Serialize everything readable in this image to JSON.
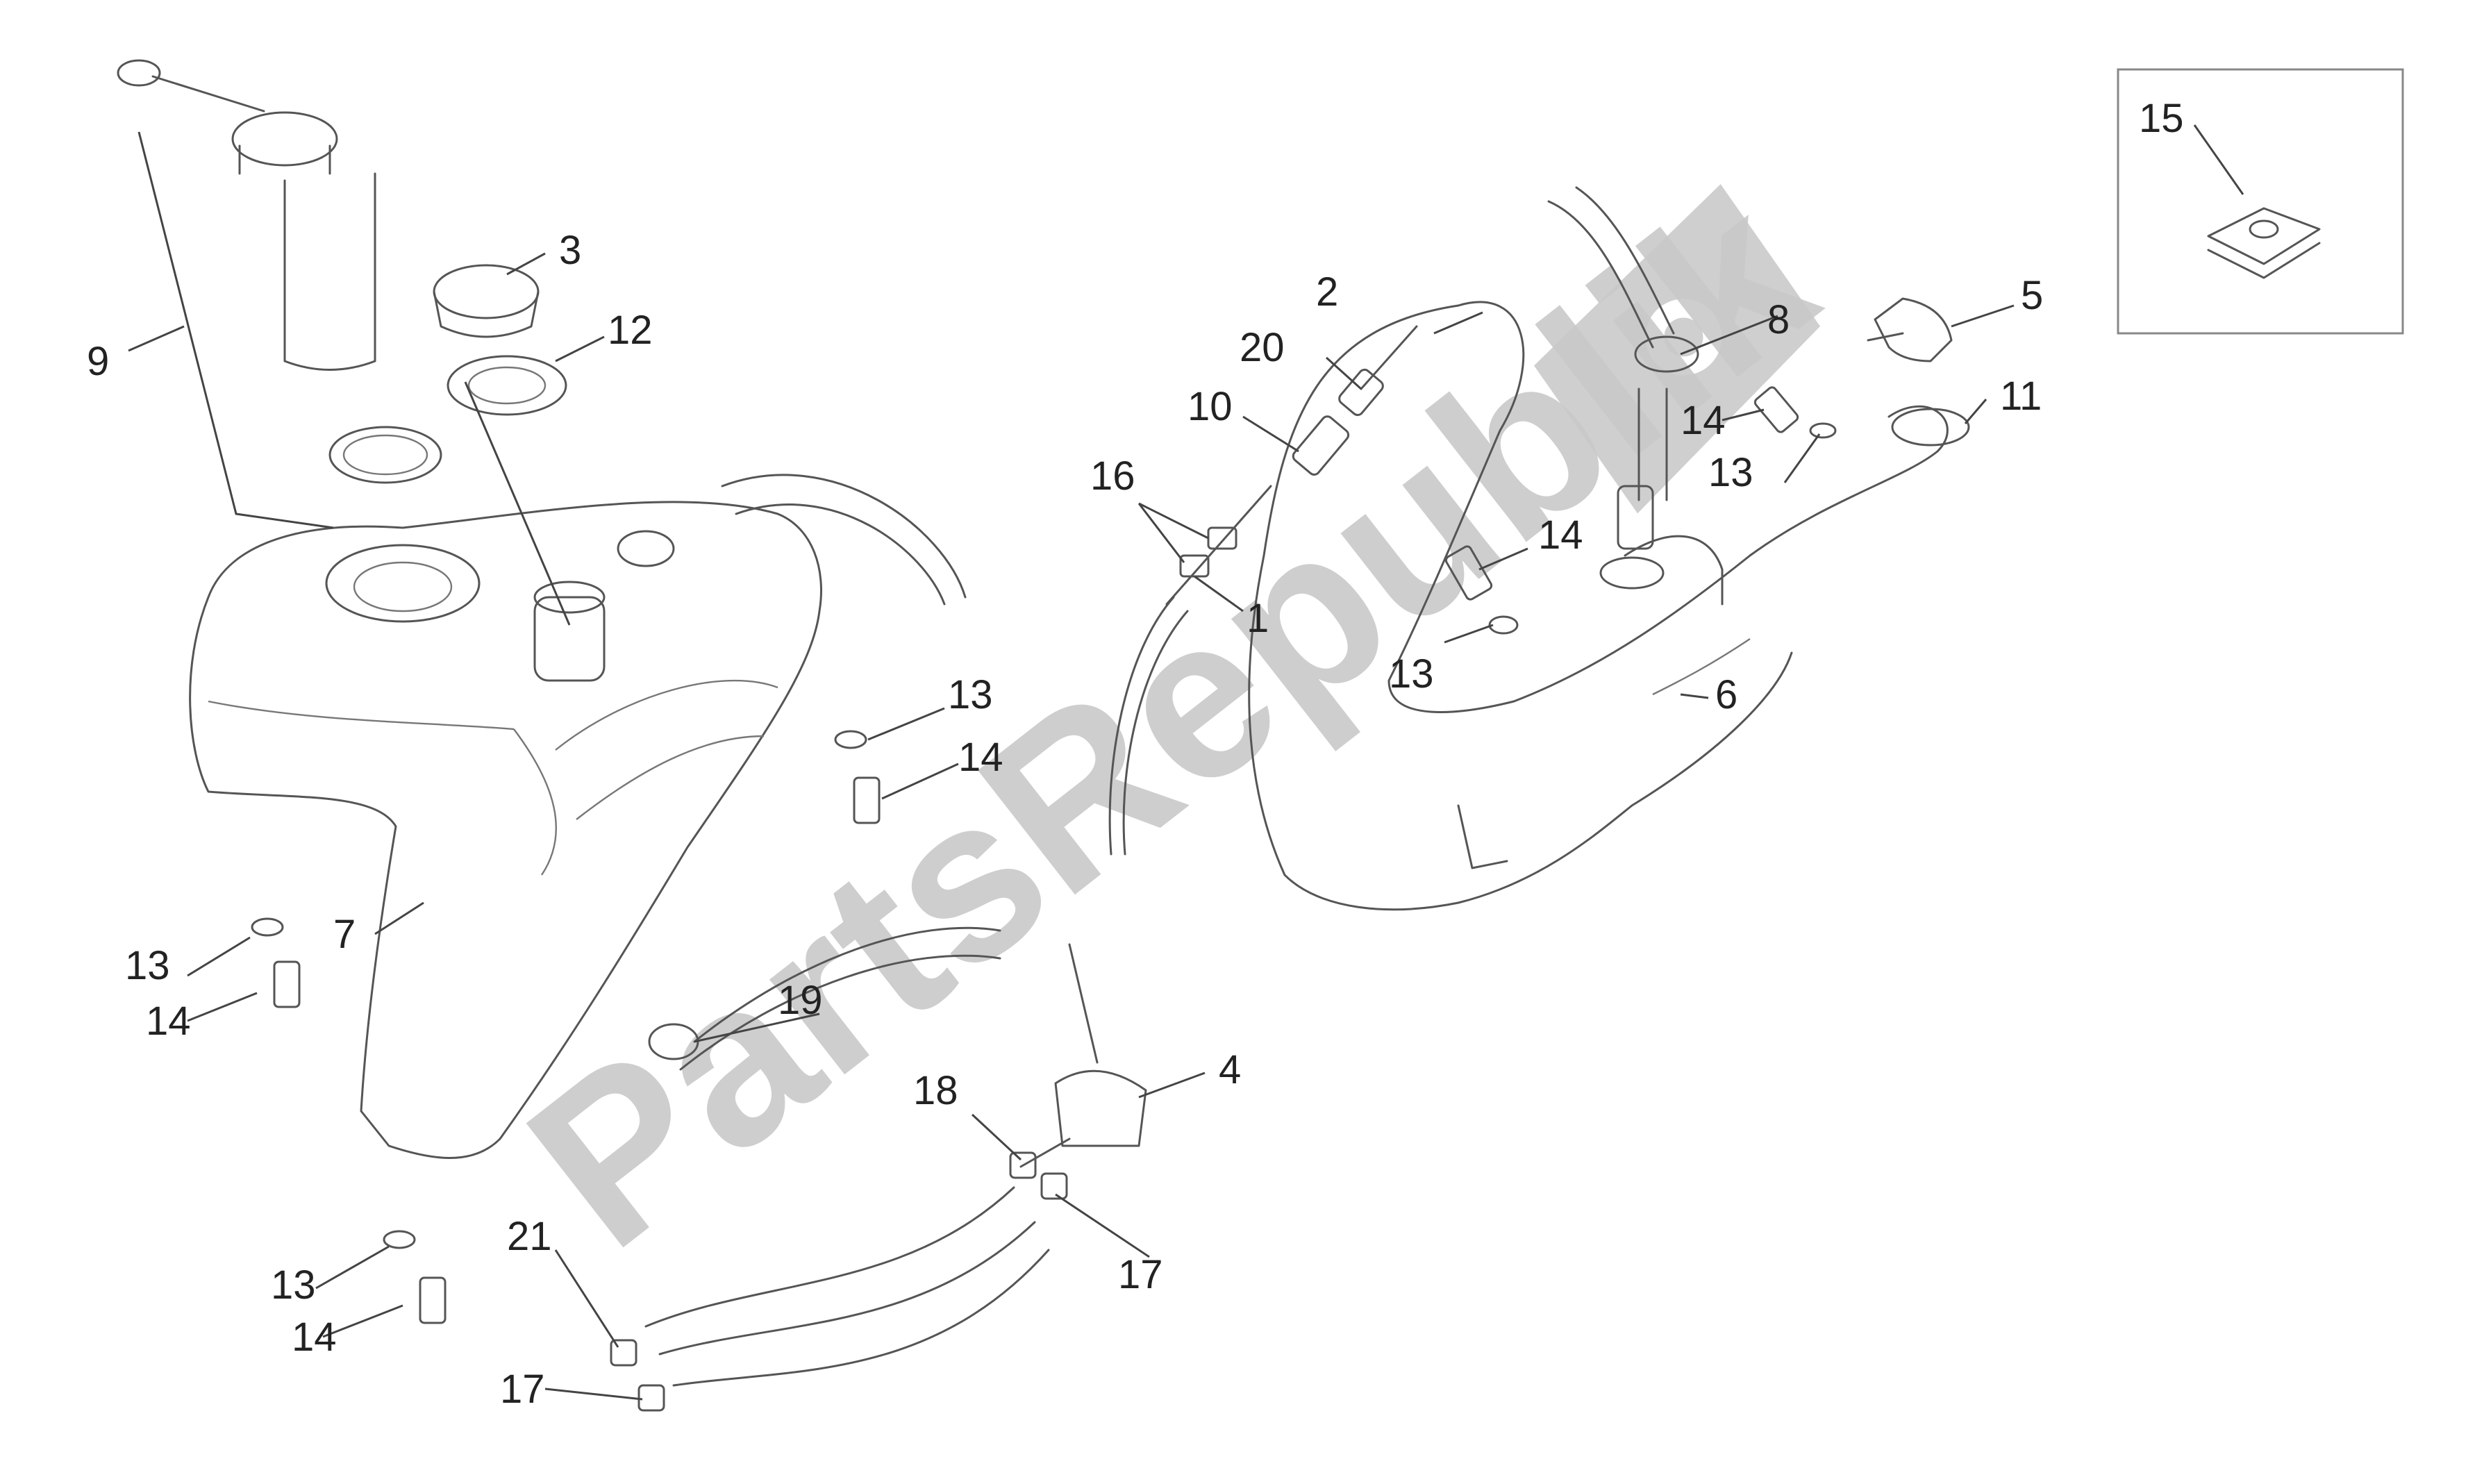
{
  "watermark": {
    "text": "PartsRepublik",
    "color": "#c9c9c9"
  },
  "callouts": [
    "1",
    "2",
    "3",
    "4",
    "5",
    "6",
    "7",
    "8",
    "9",
    "10",
    "11",
    "12",
    "13",
    "14",
    "15",
    "16",
    "17",
    "18",
    "19",
    "20",
    "21"
  ],
  "labels": {
    "l1": "1",
    "l2": "2",
    "l3": "3",
    "l4": "4",
    "l5": "5",
    "l6": "6",
    "l7": "7",
    "l8": "8",
    "l9": "9",
    "l10": "10",
    "l11": "11",
    "l12": "12",
    "l13a": "13",
    "l13b": "13",
    "l13c": "13",
    "l13d": "13",
    "l13e": "13",
    "l14a": "14",
    "l14b": "14",
    "l14c": "14",
    "l14d": "14",
    "l14e": "14",
    "l15": "15",
    "l16": "16",
    "l17a": "17",
    "l17b": "17",
    "l18": "18",
    "l19": "19",
    "l20": "20",
    "l21": "21"
  },
  "icons": {
    "watermark_logo": "gear-flag-icon"
  },
  "colors": {
    "line": "#555555",
    "text": "#222222",
    "background": "#ffffff"
  }
}
